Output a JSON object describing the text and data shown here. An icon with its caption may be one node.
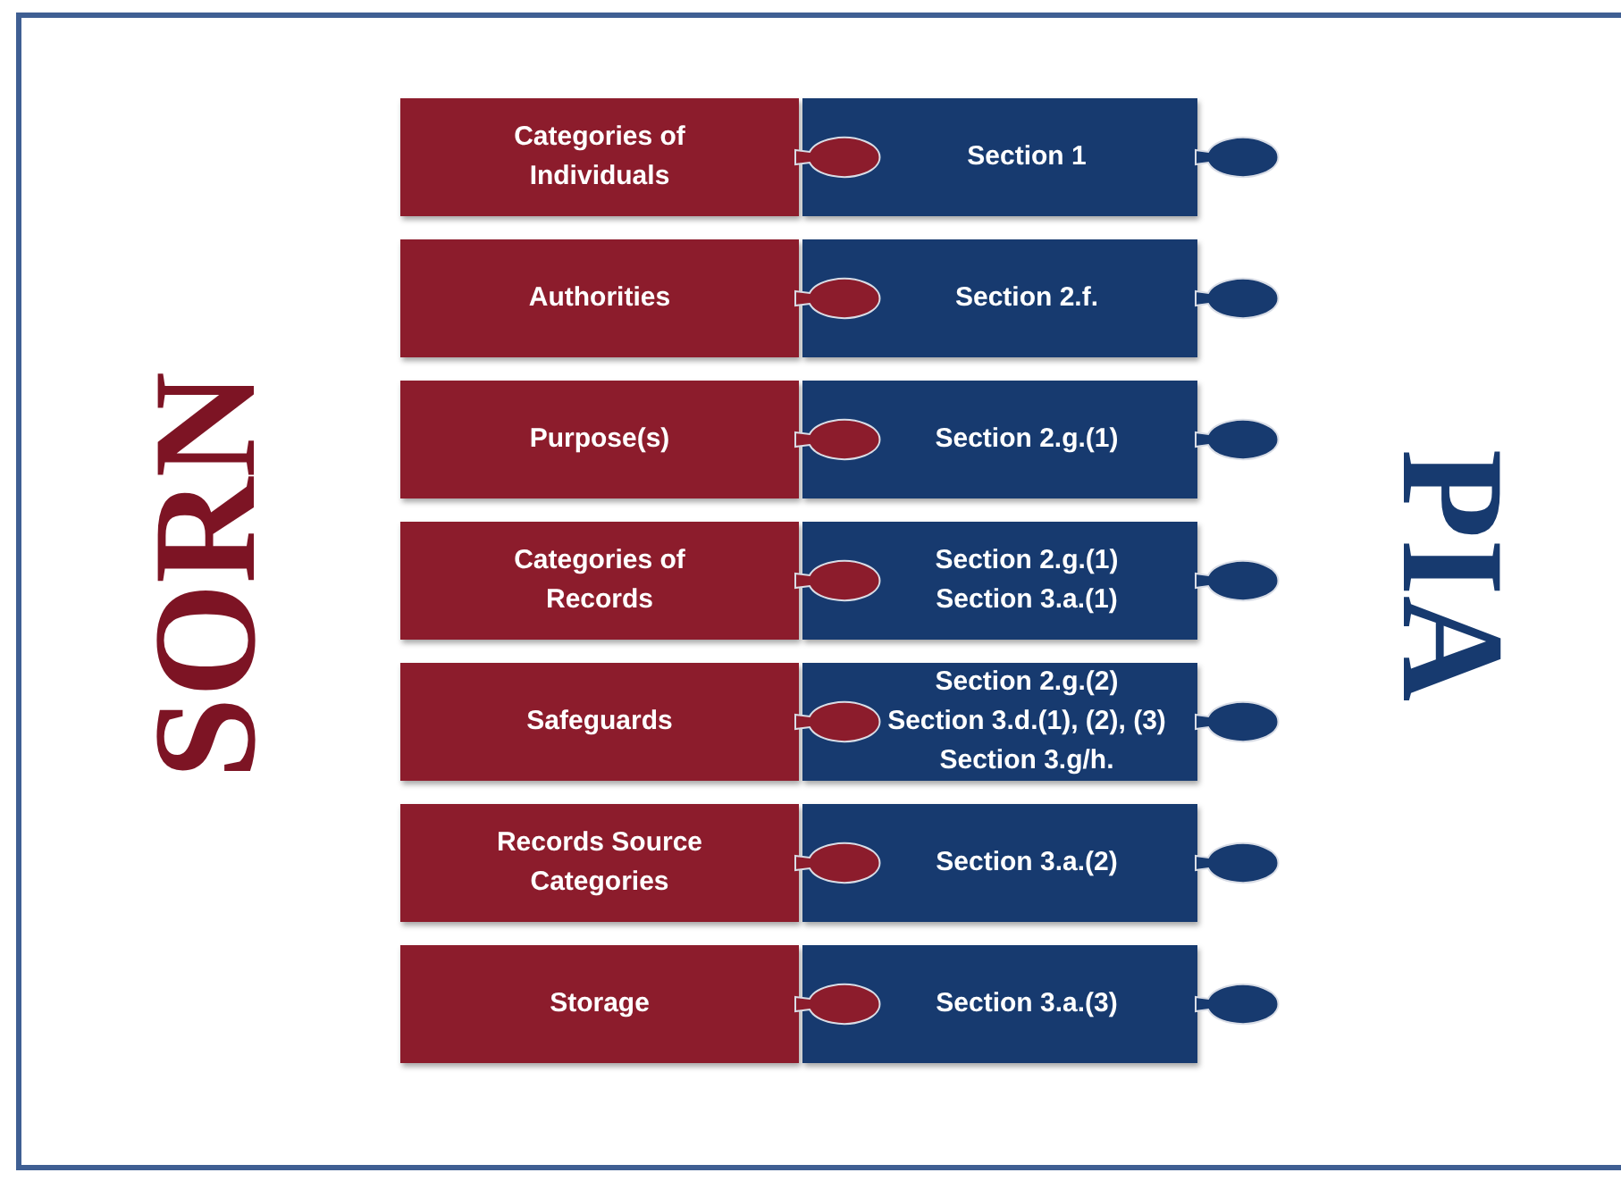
{
  "diagram": {
    "nodes": [
      {
        "text": [
          "Categories of Individuals"
        ]
      },
      {
        "text": [
          "Section 1"
        ]
      },
      {
        "text": [
          "Authorities"
        ]
      },
      {
        "text": [
          "Section 2.f."
        ]
      },
      {
        "text": [
          "Purpose(s)"
        ]
      },
      {
        "text": [
          "Section 2.g.(1)"
        ]
      },
      {
        "text": [
          "Categories of Records"
        ]
      },
      {
        "text": [
          "Section 2.g.(1)",
          "Section 3.a.(1)"
        ]
      },
      {
        "text": [
          "Safeguards"
        ]
      },
      {
        "text": [
          "Section 2.g.(2)",
          "Section 3.d.(1), (2), (3)",
          "Section 3.g/h."
        ]
      },
      {
        "text": [
          "Records Source Categories"
        ]
      },
      {
        "text": [
          "Section 3.a.(2)"
        ]
      },
      {
        "text": [
          "Storage"
        ]
      },
      {
        "text": [
          "Section 3.a.(3)"
        ]
      }
    ],
    "labels": [
      "SORN",
      "PIA"
    ]
  }
}
